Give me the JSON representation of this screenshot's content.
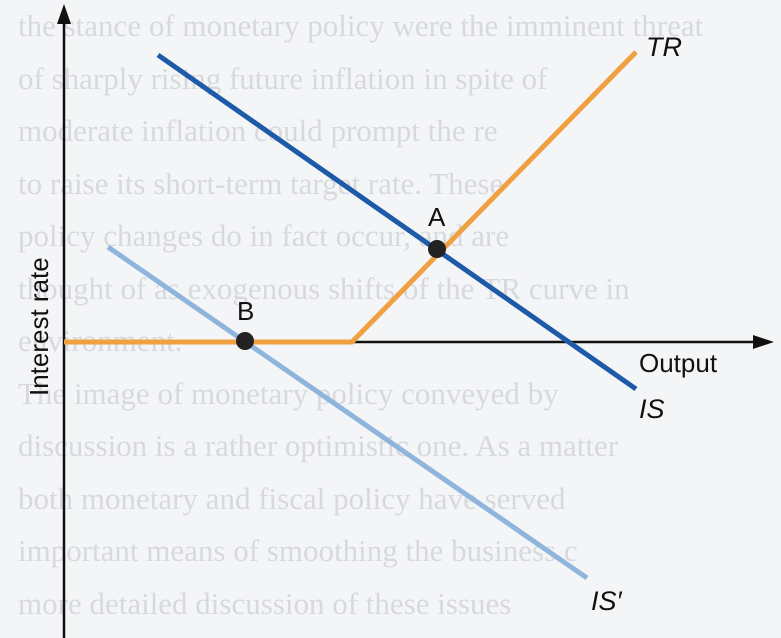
{
  "background_text": [
    "the stance of monetary policy were the imminent threat",
    "of sharply rising future inflation in spite of",
    "moderate inflation could prompt the re",
    "to raise its short-term target rate. These",
    "policy changes do in fact occur, and are",
    "thought of as exogenous shifts of the TR curve in",
    "environment.",
    "The image of monetary policy conveyed by",
    "discussion is a rather optimistic one. As a matter",
    "both monetary and fiscal policy have served",
    "important means of smoothing the business c",
    "more detailed discussion of these issues"
  ],
  "diagram": {
    "y_axis_label": "Interest rate",
    "x_axis_label": "Output",
    "curves": [
      {
        "id": "TR",
        "label": "TR",
        "color": "#f0a040"
      },
      {
        "id": "IS",
        "label": "IS",
        "color": "#1d5ba8"
      },
      {
        "id": "IS_prime",
        "label": "IS′",
        "color": "#8fb5dd"
      }
    ],
    "points": [
      {
        "id": "A",
        "label": "A"
      },
      {
        "id": "B",
        "label": "B"
      }
    ]
  }
}
